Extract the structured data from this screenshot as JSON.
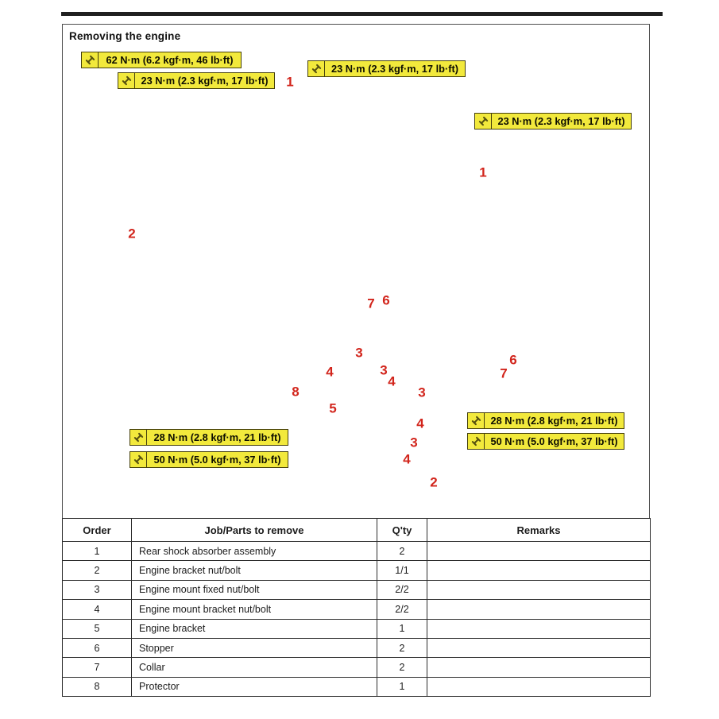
{
  "page": {
    "title": "Removing the engine"
  },
  "diagram": {
    "torque_callouts": [
      {
        "icon": "wrench-icon",
        "label": "62 N·m (6.2 kgf·m, 46 lb·ft)"
      },
      {
        "icon": "wrench-icon",
        "label": "23 N·m (2.3 kgf·m, 17 lb·ft)"
      },
      {
        "icon": "wrench-icon",
        "label": "23 N·m (2.3 kgf·m, 17 lb·ft)"
      },
      {
        "icon": "wrench-icon",
        "label": "23 N·m (2.3 kgf·m, 17 lb·ft)"
      },
      {
        "icon": "wrench-icon",
        "label": "28 N·m (2.8 kgf·m, 21 lb·ft)"
      },
      {
        "icon": "wrench-icon",
        "label": "50 N·m (5.0 kgf·m, 37 lb·ft)"
      },
      {
        "icon": "wrench-icon",
        "label": "28 N·m (2.8 kgf·m, 21 lb·ft)"
      },
      {
        "icon": "wrench-icon",
        "label": "50 N·m (5.0 kgf·m, 37 lb·ft)"
      }
    ],
    "part_numbers": [
      "1",
      "1",
      "2",
      "2",
      "7",
      "6",
      "3",
      "4",
      "3",
      "4",
      "8",
      "5",
      "3",
      "4",
      "3",
      "4",
      "6",
      "7"
    ]
  },
  "table": {
    "headers": [
      "Order",
      "Job/Parts to remove",
      "Q'ty",
      "Remarks"
    ],
    "rows": [
      {
        "order": "1",
        "job": "Rear shock absorber assembly",
        "qty": "2",
        "remarks": ""
      },
      {
        "order": "2",
        "job": "Engine bracket nut/bolt",
        "qty": "1/1",
        "remarks": ""
      },
      {
        "order": "3",
        "job": "Engine mount fixed nut/bolt",
        "qty": "2/2",
        "remarks": ""
      },
      {
        "order": "4",
        "job": "Engine mount bracket nut/bolt",
        "qty": "2/2",
        "remarks": ""
      },
      {
        "order": "5",
        "job": "Engine bracket",
        "qty": "1",
        "remarks": ""
      },
      {
        "order": "6",
        "job": "Stopper",
        "qty": "2",
        "remarks": ""
      },
      {
        "order": "7",
        "job": "Collar",
        "qty": "2",
        "remarks": ""
      },
      {
        "order": "8",
        "job": "Protector",
        "qty": "1",
        "remarks": ""
      }
    ]
  },
  "colors": {
    "torque_box_bg": "#f2e93c",
    "torque_box_border": "#45400c",
    "callout_red": "#d2251c",
    "top_bar": "#1f1f1f"
  }
}
